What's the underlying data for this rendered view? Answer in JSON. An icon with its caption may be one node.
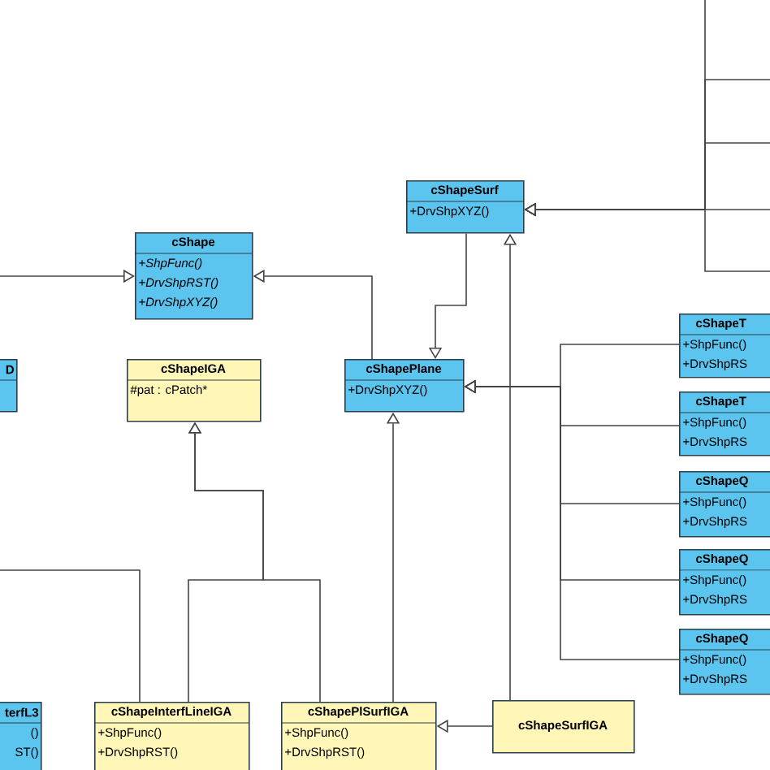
{
  "diagram": {
    "nodes": [
      {
        "text": [
          "cShapeSurf",
          "+DrvShpXYZ()"
        ]
      },
      {
        "text": [
          "cShape",
          "+ShpFunc()",
          "+DrvShpRST()",
          "+DrvShpXYZ()"
        ]
      },
      {
        "text": [
          "D"
        ]
      },
      {
        "text": [
          "cShapeIGA",
          "#pat : cPatch*"
        ]
      },
      {
        "text": [
          "cShapePlane",
          "+DrvShpXYZ()"
        ]
      },
      {
        "text": [
          "cShapeT",
          "+ShpFunc()",
          "+DrvShpRS"
        ]
      },
      {
        "text": [
          "cShapeT",
          "+ShpFunc()",
          "+DrvShpRS"
        ]
      },
      {
        "text": [
          "cShapeQ",
          "+ShpFunc()",
          "+DrvShpRS"
        ]
      },
      {
        "text": [
          "cShapeQ",
          "+ShpFunc()",
          "+DrvShpRS"
        ]
      },
      {
        "text": [
          "cShapeQ",
          "+ShpFunc()",
          "+DrvShpRS"
        ]
      },
      {
        "text": [
          "terfL3",
          "()",
          "ST()"
        ]
      },
      {
        "text": [
          "cShapeInterfLineIGA",
          "+ShpFunc()",
          "+DrvShpRST()"
        ]
      },
      {
        "text": [
          "cShapePlSurfIGA",
          "+ShpFunc()",
          "+DrvShpRST()"
        ]
      },
      {
        "text": [
          "cShapeSurfIGA"
        ]
      }
    ],
    "edges": [
      {
        "from": null,
        "to": 1,
        "arrow": "to"
      },
      {
        "from": 4,
        "to": 1,
        "arrow": "to"
      },
      {
        "from": 0,
        "to": 4,
        "arrow": "to"
      },
      {
        "from": null,
        "to": 0,
        "arrow": "to"
      },
      {
        "from": null,
        "to": 0,
        "arrow": "to"
      },
      {
        "from": null,
        "to": 0,
        "arrow": "to"
      },
      {
        "from": null,
        "to": 0,
        "arrow": "to"
      },
      {
        "from": null,
        "to": 0,
        "arrow": "to"
      },
      {
        "from": 5,
        "to": 4,
        "arrow": "to"
      },
      {
        "from": 6,
        "to": 4,
        "arrow": "to"
      },
      {
        "from": 7,
        "to": 4,
        "arrow": "to"
      },
      {
        "from": 8,
        "to": 4,
        "arrow": "to"
      },
      {
        "from": 9,
        "to": 4,
        "arrow": "to"
      },
      {
        "from": 13,
        "to": 0,
        "arrow": "to"
      },
      {
        "from": 12,
        "to": 4,
        "arrow": "to"
      },
      {
        "from": 13,
        "to": 12,
        "arrow": "to"
      },
      {
        "from": 11,
        "to": 3,
        "arrow": "to"
      },
      {
        "from": 12,
        "to": 3,
        "arrow": "to"
      },
      {
        "from": null,
        "to": 11,
        "arrow": "none"
      }
    ]
  }
}
